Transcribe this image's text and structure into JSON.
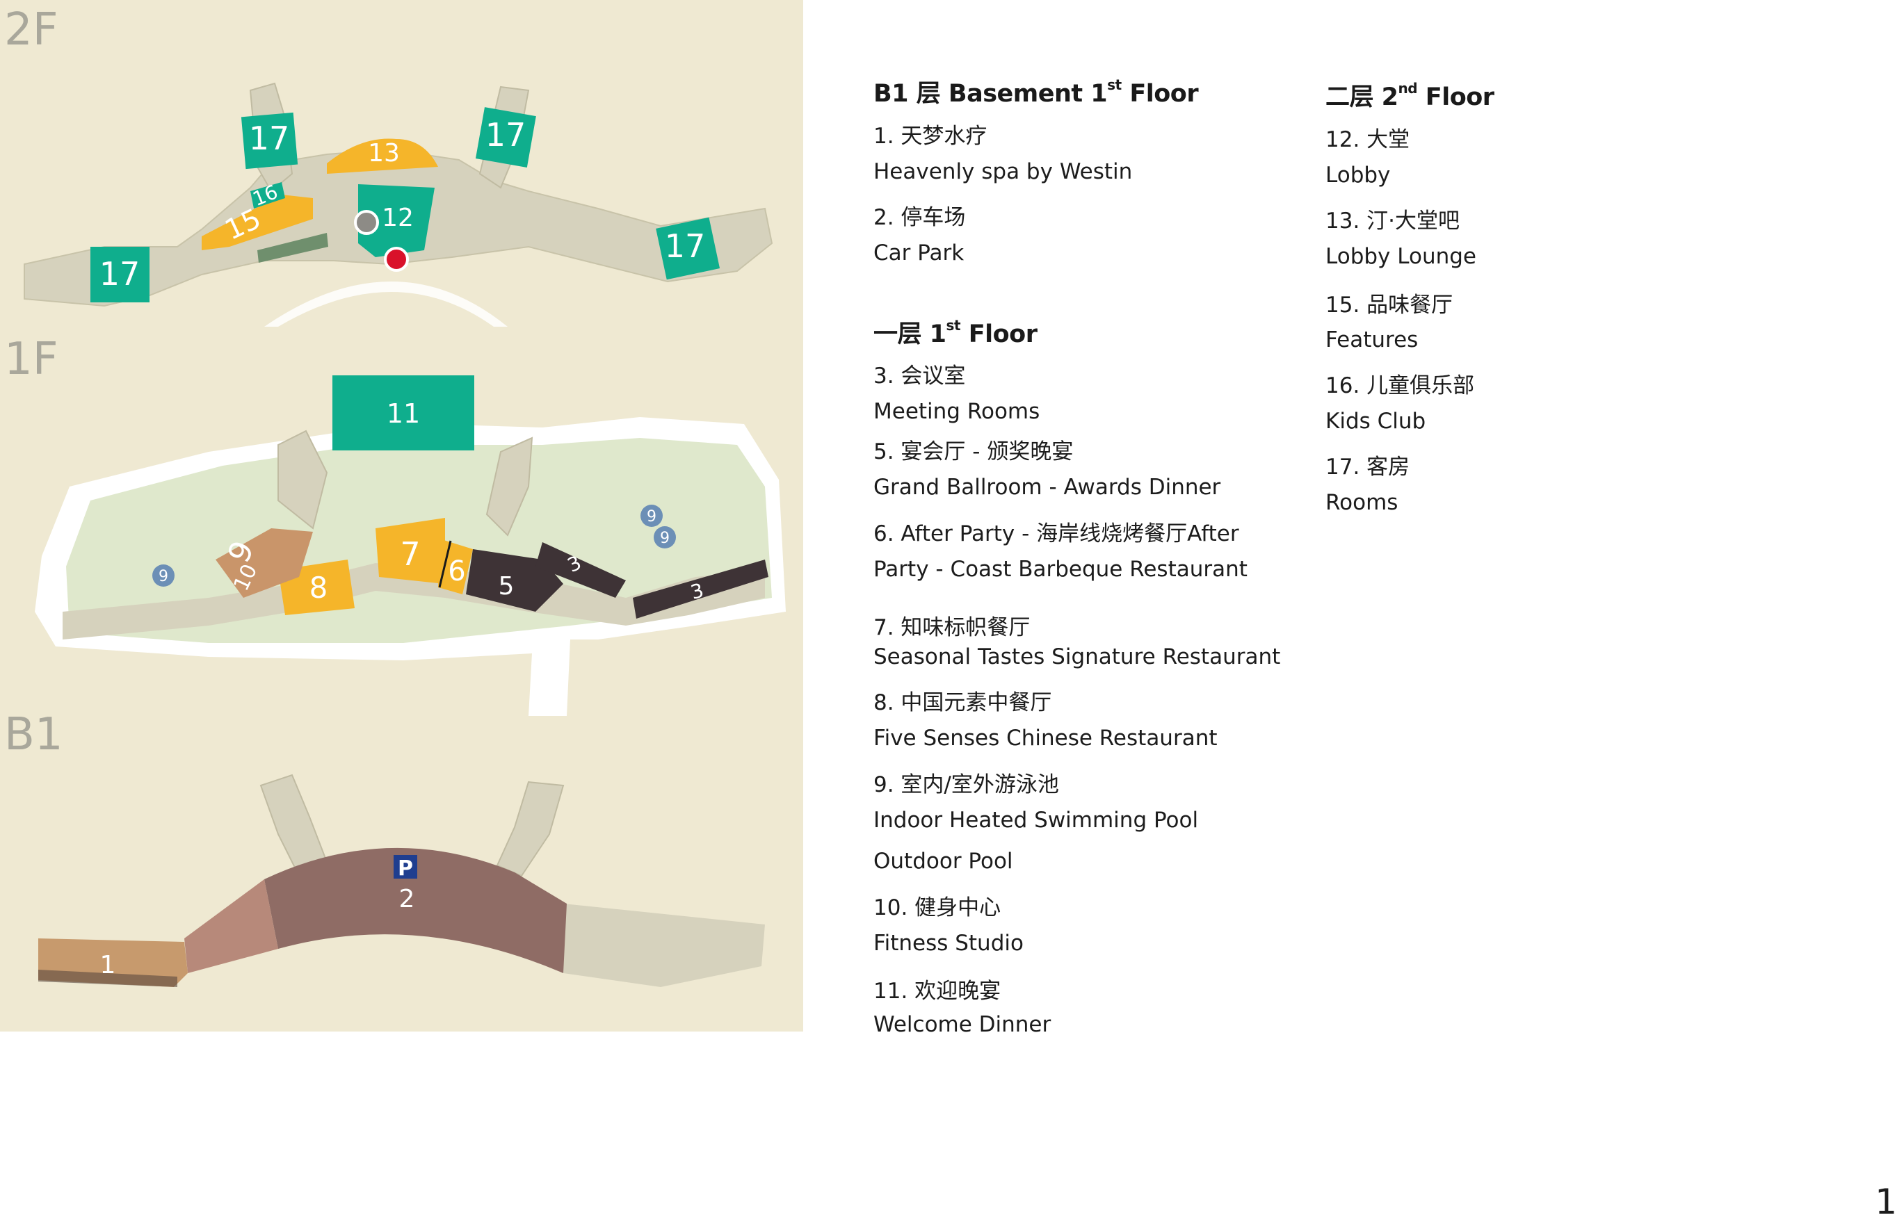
{
  "floors": {
    "f2": "2F",
    "f1": "1F",
    "b1": "B1"
  },
  "map_labels": {
    "rooms_17a": "17",
    "rooms_17b": "17",
    "rooms_17c": "17",
    "rooms_17d": "17",
    "lounge_13": "13",
    "lobby_12": "12",
    "features_15": "15",
    "kids_16": "16",
    "welcome_11": "11",
    "restaurant_7": "7",
    "after_party_6": "6",
    "ballroom_5": "5",
    "fitness_10": "10",
    "pool_9a": "9",
    "pool_9b": "9",
    "pool_9c": "9",
    "pool_9d": "9",
    "chinese_8": "8",
    "meeting_3a": "3",
    "meeting_3b": "3",
    "parking_2": "2",
    "parking_sign": "P",
    "spa_1": "1"
  },
  "colors": {
    "teal": "#0fae8d",
    "yellow": "#f5b52a",
    "tan": "#c9956a",
    "dark": "#3e3336",
    "brown": "#8f6c65",
    "rose": "#b7897a",
    "spa": "#c79a6d",
    "building": "#d6d2bd",
    "garden": "#dfe8cc",
    "red_marker": "#d9112a"
  },
  "legend": {
    "b1": {
      "head": "B1 层 Basement 1",
      "sup": "st",
      "tail": " Floor"
    },
    "b1_items": [
      "1. 天梦水疗",
      "Heavenly spa by Westin",
      "2. 停车场",
      "Car Park"
    ],
    "f1": {
      "head": "一层 1",
      "sup": "st",
      "tail": " Floor"
    },
    "f1_items": [
      "3. 会议室",
      "Meeting Rooms",
      "5. 宴会厅 - 颁奖晚宴",
      "Grand Ballroom - Awards Dinner",
      "6. After Party - 海岸线烧烤餐厅After",
      "Party - Coast Barbeque Restaurant",
      "7. 知味标帜餐厅",
      "Seasonal Tastes Signature Restaurant",
      "8. 中国元素中餐厅",
      "Five Senses Chinese Restaurant",
      "9. 室内/室外游泳池",
      "Indoor Heated Swimming Pool",
      "Outdoor Pool",
      "10. 健身中心",
      "Fitness Studio",
      "11. 欢迎晚宴",
      "Welcome Dinner"
    ],
    "f2": {
      "head": "二层 2",
      "sup": "nd",
      "tail": " Floor"
    },
    "f2_items": [
      "12. 大堂",
      "Lobby",
      "13. 汀·大堂吧",
      "Lobby Lounge",
      "15. 品味餐厅",
      "Features",
      "16. 儿童俱乐部",
      "Kids Club",
      "17. 客房",
      "Rooms"
    ]
  },
  "page_number": "1"
}
